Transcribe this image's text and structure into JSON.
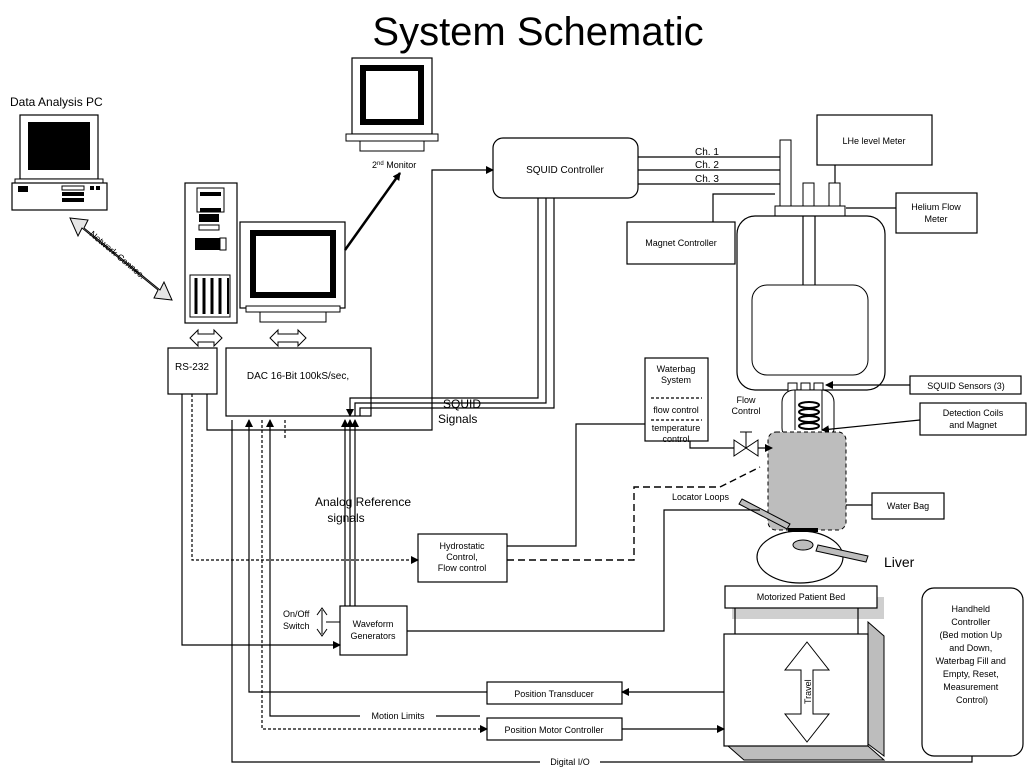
{
  "title": "System Schematic",
  "labels": {
    "data_analysis_pc": "Data Analysis PC",
    "second_monitor_num": "2",
    "second_monitor_sup": "nd",
    "second_monitor_rest": " Monitor",
    "network": "Network Connec.",
    "rs232": "RS-232",
    "dac": "DAC 16-Bit 100kS/sec,",
    "squid_controller": "SQUID Controller",
    "ch1": "Ch. 1",
    "ch2": "Ch. 2",
    "ch3": "Ch. 3",
    "lhe_meter": "LHe level Meter",
    "helium_flow_1": "Helium Flow",
    "helium_flow_2": "Meter",
    "magnet_controller": "Magnet Controller",
    "squid_signals_1": "SQUID",
    "squid_signals_2": "Signals",
    "waterbag_1": "Waterbag",
    "waterbag_2": "System",
    "waterbag_3": "flow control",
    "waterbag_4": "temperature",
    "waterbag_5": "control",
    "flow_control_1": "Flow",
    "flow_control_2": "Control",
    "squid_sensors": "SQUID Sensors (3)",
    "detection_coils_1": "Detection Coils",
    "detection_coils_2": "and Magnet",
    "locator_loops": "Locator Loops",
    "water_bag": "Water Bag",
    "analog_ref_1": "Analog Reference",
    "analog_ref_2": "signals",
    "hydrostatic_1": "Hydrostatic",
    "hydrostatic_2": "Control,",
    "hydrostatic_3": "Flow control",
    "liver": "Liver",
    "patient_bed": "Motorized Patient Bed",
    "handheld_1": "Handheld",
    "handheld_2": "Controller",
    "handheld_3": "(Bed motion Up",
    "handheld_4": "and Down,",
    "handheld_5": "Waterbag Fill and",
    "handheld_6": "Empty, Reset,",
    "handheld_7": "Measurement",
    "handheld_8": "Control)",
    "onoff_1": "On/Off",
    "onoff_2": "Switch",
    "waveform_1": "Waveform",
    "waveform_2": "Generators",
    "travel": "Travel",
    "position_transducer": "Position Transducer",
    "motion_limits": "Motion Limits",
    "position_motor": "Position Motor Controller",
    "digital_io": "Digital I/O"
  }
}
